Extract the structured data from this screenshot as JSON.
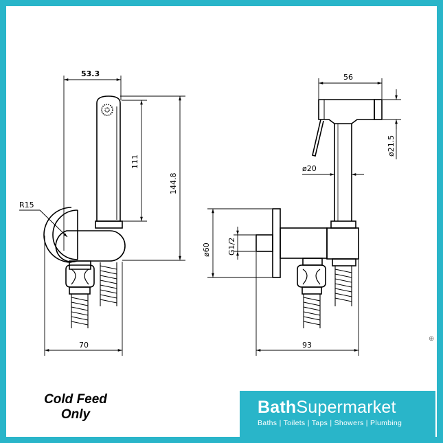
{
  "dimensions": {
    "width_top_left": "53.3",
    "handle_height": "111",
    "total_height": "144.8",
    "radius": "R15",
    "width_bottom_left": "70",
    "width_top_right": "56",
    "spray_diameter": "ø21.5",
    "pipe_diameter": "ø20",
    "flange_diameter": "ø60",
    "thread": "G1/2",
    "width_bottom_right": "93"
  },
  "note": {
    "line1": "Cold Feed",
    "line2": "Only"
  },
  "brand": {
    "name_bold": "Bath",
    "name_regular": "Supermarket",
    "tagline": "Baths | Toilets | Taps | Showers | Plumbing"
  },
  "colors": {
    "border": "#29b5c9",
    "brand_bg": "#29b5c9"
  },
  "zoom_icon": "magnifier-plus-icon"
}
